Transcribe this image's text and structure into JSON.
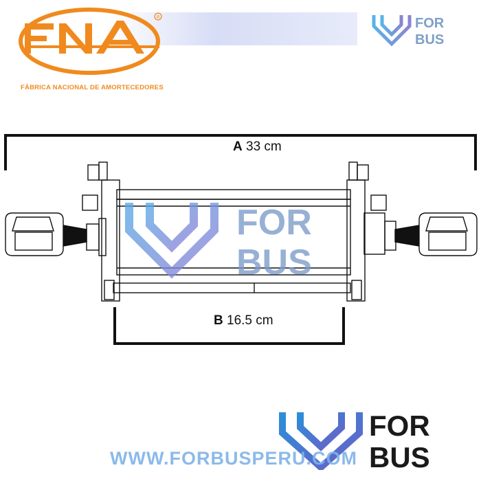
{
  "header": {
    "brand_logo": "FNA",
    "brand_tagline": "FÁBRICA NACIONAL DE AMORTECEDORES",
    "partner_logo_line1": "FOR",
    "partner_logo_line2": "BUS"
  },
  "dimensions": {
    "a_letter": "A",
    "a_value": "33 cm",
    "b_letter": "B",
    "b_value": "16.5 cm"
  },
  "watermark": {
    "line1": "FOR",
    "line2": "BUS"
  },
  "footer": {
    "logo_line1": "FOR",
    "logo_line2": "BUS",
    "website": "WWW.FORBUSPERU.COM"
  },
  "colors": {
    "fna_orange": "#f08a1e",
    "forbus_blue": "#2a8fd8",
    "forbus_purple": "#6b5fc7",
    "forbus_dark": "#1a1a1a",
    "website_blue": "#7fb3e8"
  }
}
